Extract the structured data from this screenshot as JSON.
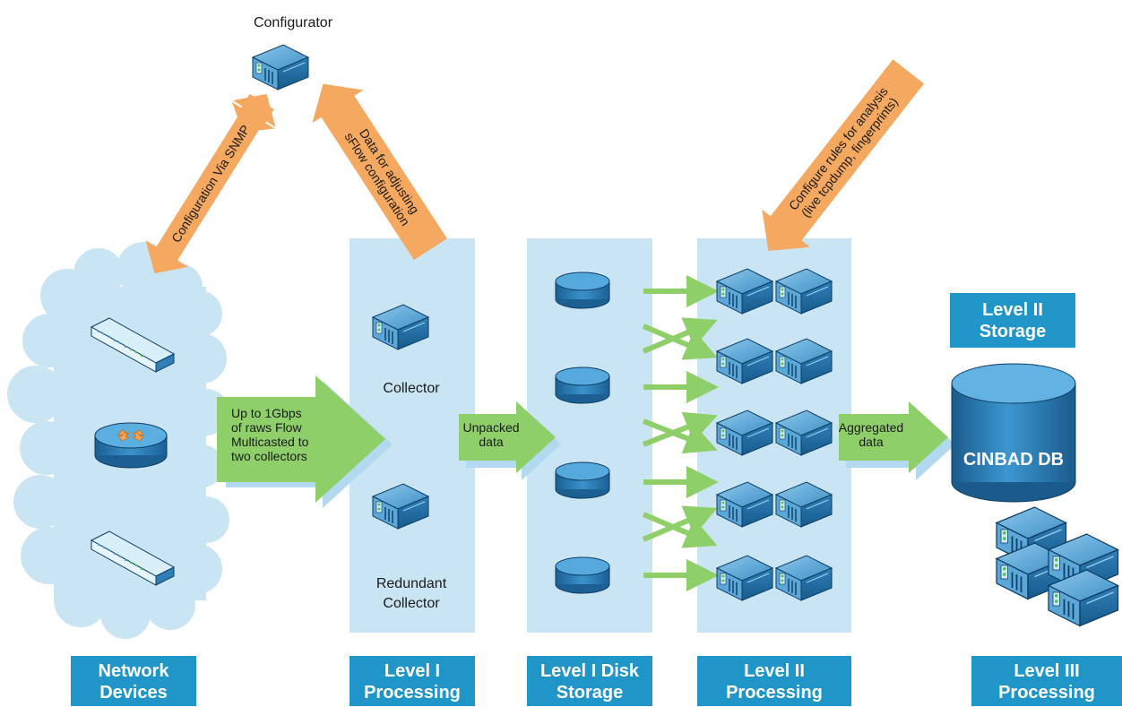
{
  "configurator": {
    "label": "Configurator"
  },
  "arrows": {
    "snmp": "Configuration Via SNMP",
    "sflow_adjust": [
      "Data for adjusting",
      "sFlow configuration"
    ],
    "rules": [
      "Configure rules for analysis",
      "(live tcpdump, fingerprints)"
    ],
    "raw_flow": [
      "Up to 1Gbps",
      "of raws Flow",
      "Multicasted to",
      "two collectors"
    ],
    "unpacked": [
      "Unpacked",
      "data"
    ],
    "aggregated": [
      "Aggregated",
      "data"
    ]
  },
  "collectors": {
    "primary": "Collector",
    "redundant": [
      "Redundant",
      "Collector"
    ]
  },
  "database": {
    "label": "CINBAD DB"
  },
  "storage_badge": [
    "Level II",
    "Storage"
  ],
  "columns": [
    {
      "name": "network-devices",
      "label": [
        "Network",
        "Devices"
      ]
    },
    {
      "name": "level1-processing",
      "label": [
        "Level I",
        "Processing"
      ]
    },
    {
      "name": "level1-disk-storage",
      "label": [
        "Level I Disk",
        "Storage"
      ]
    },
    {
      "name": "level2-processing",
      "label": [
        "Level II",
        "Processing"
      ]
    },
    {
      "name": "level3-processing",
      "label": [
        "Level III",
        "Processing"
      ]
    }
  ],
  "colors": {
    "panel": "#c9e4f2",
    "badge": "#1f95c8",
    "green_arrow": "#8fcf6a",
    "orange_arrow": "#f4a860",
    "device_blue": "#2f7fb8"
  },
  "icons": [
    "server-icon",
    "switch-icon",
    "router-icon",
    "disk-icon",
    "database-icon",
    "cloud-icon"
  ]
}
